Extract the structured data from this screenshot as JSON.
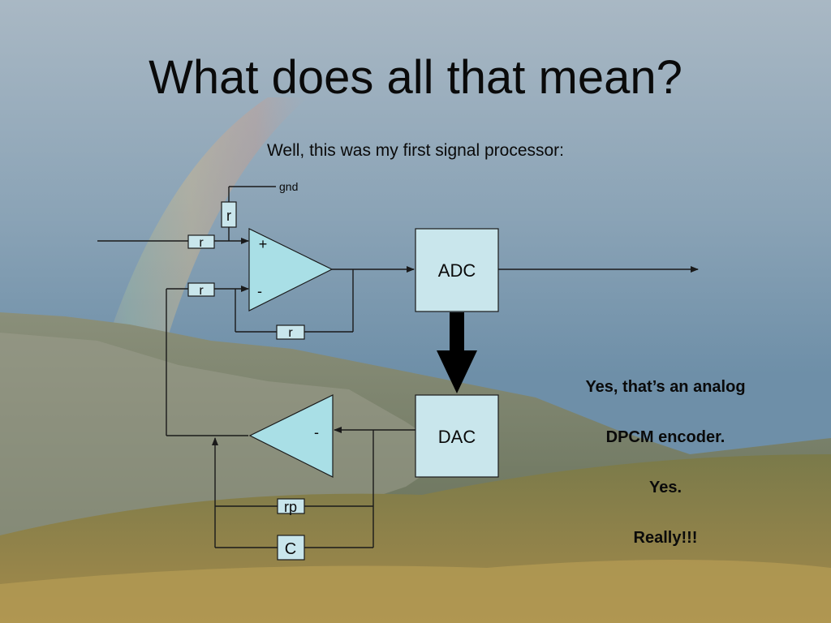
{
  "slide": {
    "title": "What does all that mean?",
    "subtitle": "Well, this was my first signal processor:"
  },
  "diagram": {
    "gnd_label": "gnd",
    "resistor_ground": "r",
    "resistor_input_plus": "r",
    "resistor_input_minus": "r",
    "resistor_feedback": "r",
    "opamp_plus_sign": "+",
    "opamp_minus_sign": "-",
    "adc_label": "ADC",
    "dac_label": "DAC",
    "inverter_minus_sign": "-",
    "resistor_rp": "rp",
    "capacitor_label": "C"
  },
  "notes": {
    "line1": "Yes, that’s an analog",
    "line2": "DPCM encoder.",
    "line3": "Yes.",
    "line4": "Really!!!"
  },
  "colors": {
    "block_fill": "#c9e6ec",
    "opamp_fill": "#a9dfe6",
    "line": "#1a1a1a"
  }
}
